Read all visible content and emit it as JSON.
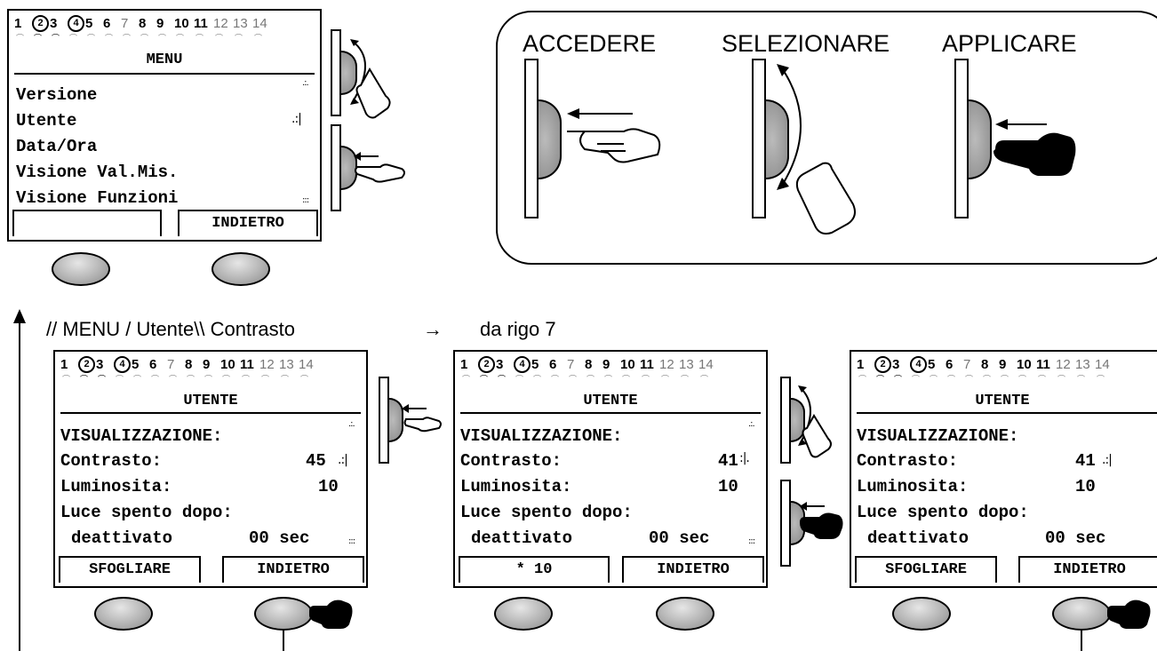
{
  "status_bar": {
    "numbers": [
      "1",
      "2",
      "3",
      "4",
      "5",
      "6",
      "7",
      "8",
      "9",
      "10",
      "11",
      "12",
      "13",
      "14"
    ],
    "circled": [
      "2",
      "4"
    ],
    "muted": [
      "7",
      "12",
      "13",
      "14"
    ]
  },
  "menu_screen": {
    "title": "MENU",
    "items": [
      "Versione",
      "Utente",
      "Data/Ora",
      "Visione Val.Mis.",
      "Visione Funzioni"
    ],
    "softkey_left": "",
    "softkey_right": "INDIETRO"
  },
  "legend": {
    "access": "ACCEDERE",
    "select": "SELEZIONARE",
    "apply": "APPLICARE"
  },
  "breadcrumb": {
    "path": "// MENU / Utente\\\\ Contrasto",
    "arrow": "→",
    "suffix": "da rigo 7"
  },
  "user_screens": [
    {
      "title": "UTENTE",
      "heading": "VISUALIZZAZIONE:",
      "contrast_label": "Contrasto:",
      "contrast_value": "45",
      "brightness_label": "Luminosita:",
      "brightness_value": "10",
      "light_off_label": "Luce spento dopo:",
      "light_off_state": "deattivato",
      "light_off_value": "00 sec",
      "softkey_left": "SFOGLIARE",
      "softkey_right": "INDIETRO"
    },
    {
      "title": "UTENTE",
      "heading": "VISUALIZZAZIONE:",
      "contrast_label": "Contrasto:",
      "contrast_value": "41",
      "brightness_label": "Luminosita:",
      "brightness_value": "10",
      "light_off_label": "Luce spento dopo:",
      "light_off_state": "deattivato",
      "light_off_value": "00 sec",
      "softkey_left": "* 10",
      "softkey_right": "INDIETRO"
    },
    {
      "title": "UTENTE",
      "heading": "VISUALIZZAZIONE:",
      "contrast_label": "Contrasto:",
      "contrast_value": "41",
      "brightness_label": "Luminosita:",
      "brightness_value": "10",
      "light_off_label": "Luce spento dopo:",
      "light_off_state": "deattivato",
      "light_off_value": "00 sec",
      "softkey_left": "SFOGLIARE",
      "softkey_right": "INDIETRO"
    }
  ]
}
